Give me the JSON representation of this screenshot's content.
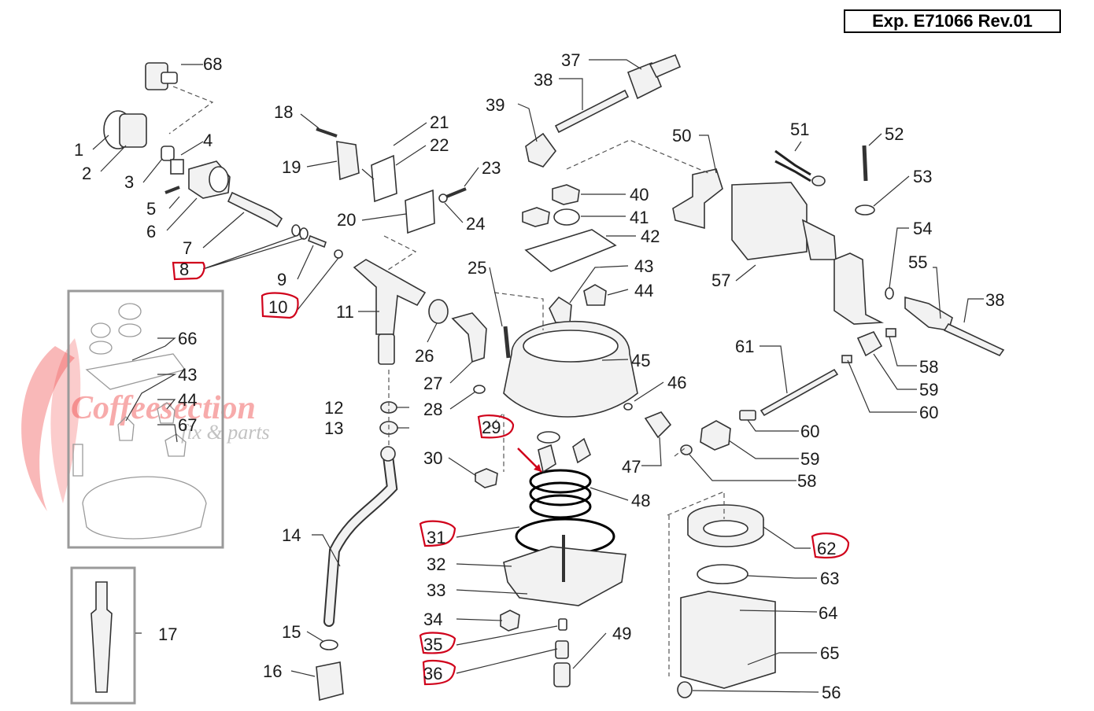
{
  "header": {
    "code_label": "Exp. E71066 Rev.01"
  },
  "watermark": {
    "brand": "Coffeesection",
    "tagline": "fix & parts"
  },
  "labels": {
    "n1": "1",
    "n2": "2",
    "n3": "3",
    "n4": "4",
    "n5": "5",
    "n6": "6",
    "n7": "7",
    "n8": "8",
    "n9": "9",
    "n10": "10",
    "n11": "11",
    "n12": "12",
    "n13": "13",
    "n14": "14",
    "n15": "15",
    "n16": "16",
    "n17": "17",
    "n18": "18",
    "n19": "19",
    "n20": "20",
    "n21": "21",
    "n22": "22",
    "n23": "23",
    "n24": "24",
    "n25": "25",
    "n26": "26",
    "n27": "27",
    "n28": "28",
    "n29": "29",
    "n30": "30",
    "n31": "31",
    "n32": "32",
    "n33": "33",
    "n34": "34",
    "n35": "35",
    "n36": "36",
    "n37": "37",
    "n38a": "38",
    "n38b": "38",
    "n39": "39",
    "n40": "40",
    "n41": "41",
    "n42": "42",
    "n43a": "43",
    "n44a": "44",
    "n45": "45",
    "n46": "46",
    "n47": "47",
    "n48": "48",
    "n49": "49",
    "n50": "50",
    "n51": "51",
    "n52": "52",
    "n53": "53",
    "n54": "54",
    "n55": "55",
    "n56": "56",
    "n57": "57",
    "n58a": "58",
    "n58b": "58",
    "n59a": "59",
    "n59b": "59",
    "n60a": "60",
    "n60b": "60",
    "n61": "61",
    "n62": "62",
    "n63": "63",
    "n64": "64",
    "n65": "65",
    "n66": "66",
    "n67": "67",
    "n68": "68",
    "n43b": "43",
    "n44b": "44"
  },
  "highlight_color": "#d0021b"
}
